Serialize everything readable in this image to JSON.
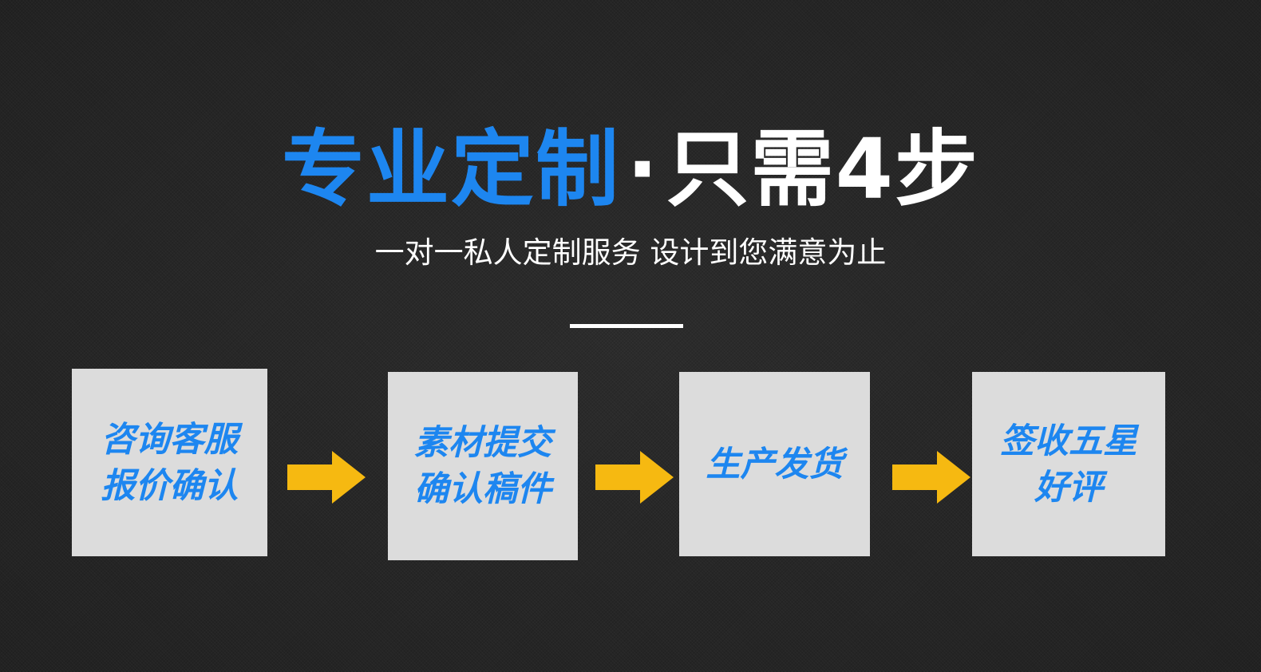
{
  "headline": {
    "blue": "专业定制",
    "dot": "·",
    "white": "只需4步"
  },
  "subtitle": "一对一私人定制服务 设计到您满意为止",
  "steps": [
    {
      "label": "咨询客服\n报价确认"
    },
    {
      "label": "素材提交\n确认稿件"
    },
    {
      "label": "生产发货"
    },
    {
      "label": "签收五星\n好评"
    }
  ],
  "colors": {
    "background": "#252525",
    "accent_blue": "#1d86f0",
    "arrow_yellow": "#f6b911",
    "box_fill": "#dcdcdc"
  },
  "icons": [
    "arrow-right-icon"
  ]
}
